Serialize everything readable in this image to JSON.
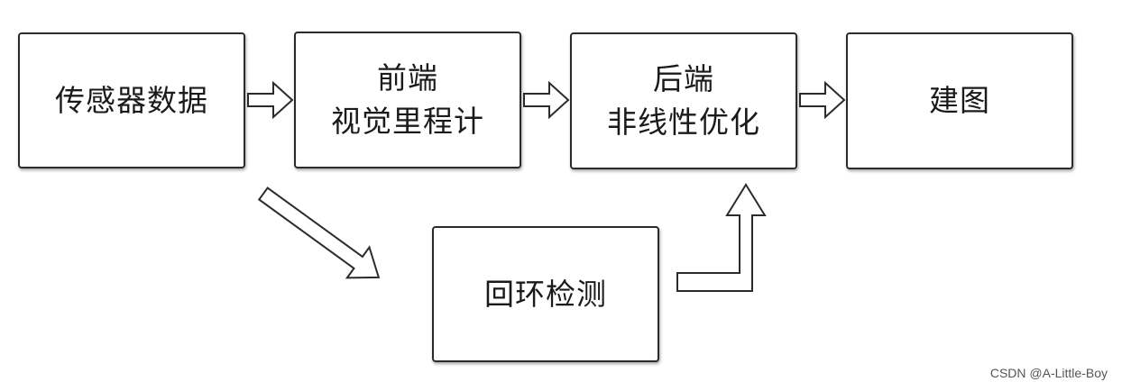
{
  "nodes": {
    "sensor_data": {
      "line1": "传感器数据"
    },
    "frontend": {
      "line1": "前端",
      "line2": "视觉里程计"
    },
    "backend": {
      "line1": "后端",
      "line2": "非线性优化"
    },
    "mapping": {
      "line1": "建图"
    },
    "loop_closure": {
      "line1": "回环检测"
    }
  },
  "edges": [
    {
      "from": "sensor_data",
      "to": "frontend"
    },
    {
      "from": "frontend",
      "to": "backend"
    },
    {
      "from": "backend",
      "to": "mapping"
    },
    {
      "from": "sensor_data",
      "to": "loop_closure"
    },
    {
      "from": "loop_closure",
      "to": "backend"
    }
  ],
  "watermark": "CSDN @A-Little-Boy",
  "colors": {
    "stroke": "#2b2b2b",
    "text": "#1a1a1a",
    "background": "#ffffff"
  }
}
